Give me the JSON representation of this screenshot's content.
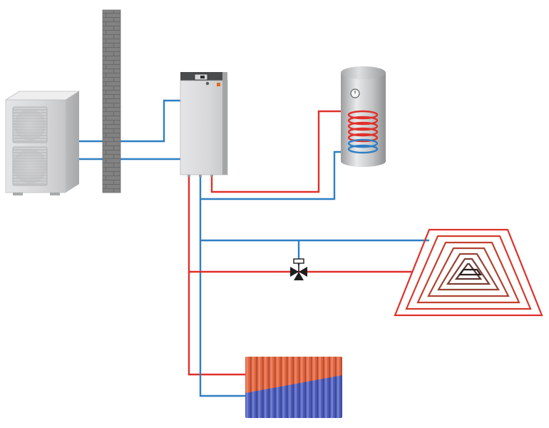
{
  "diagram": {
    "type": "heat-pump-heating-system",
    "components": [
      {
        "id": "outdoor-unit",
        "icon": "outdoor-heat-pump-unit-icon"
      },
      {
        "id": "wall",
        "icon": "brick-wall-icon"
      },
      {
        "id": "indoor-unit",
        "icon": "indoor-heat-pump-module-icon"
      },
      {
        "id": "hot-water-cylinder",
        "icon": "water-cylinder-with-coil-icon"
      },
      {
        "id": "mixing-valve",
        "icon": "three-way-valve-icon"
      },
      {
        "id": "underfloor-heating",
        "icon": "underfloor-heating-loop-icon"
      },
      {
        "id": "radiator",
        "icon": "column-radiator-icon"
      }
    ],
    "colors": {
      "flow": "#e0302a",
      "return": "#2d7fc4",
      "unit_body": "#d9dadb",
      "wall": "#7f7f7f",
      "radiator_hot": "#e2623c",
      "radiator_cold": "#4a5bbd"
    }
  }
}
